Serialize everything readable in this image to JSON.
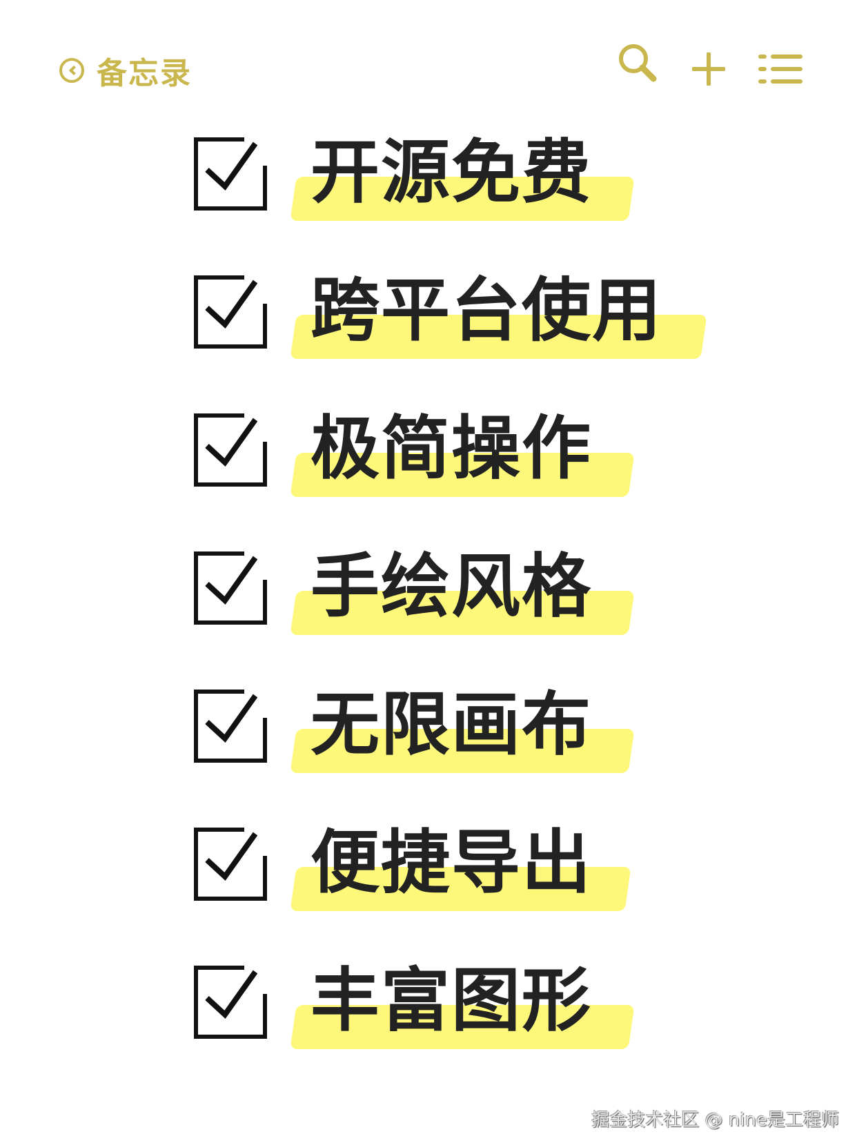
{
  "header": {
    "back_label": "备忘录",
    "accent_color": "#c9b64c",
    "icons": [
      "back-chevron-circle-icon",
      "search-icon",
      "plus-icon",
      "list-menu-icon"
    ]
  },
  "checklist": {
    "highlight_color": "#fdf77a",
    "text_color": "#222222",
    "items": [
      {
        "label": "开源免费",
        "checked": true
      },
      {
        "label": "跨平台使用",
        "checked": true
      },
      {
        "label": "极简操作",
        "checked": true
      },
      {
        "label": "手绘风格",
        "checked": true
      },
      {
        "label": "无限画布",
        "checked": true
      },
      {
        "label": "便捷导出",
        "checked": true
      },
      {
        "label": "丰富图形",
        "checked": true
      }
    ]
  },
  "watermark": "掘金技术社区 @ nine是工程师"
}
